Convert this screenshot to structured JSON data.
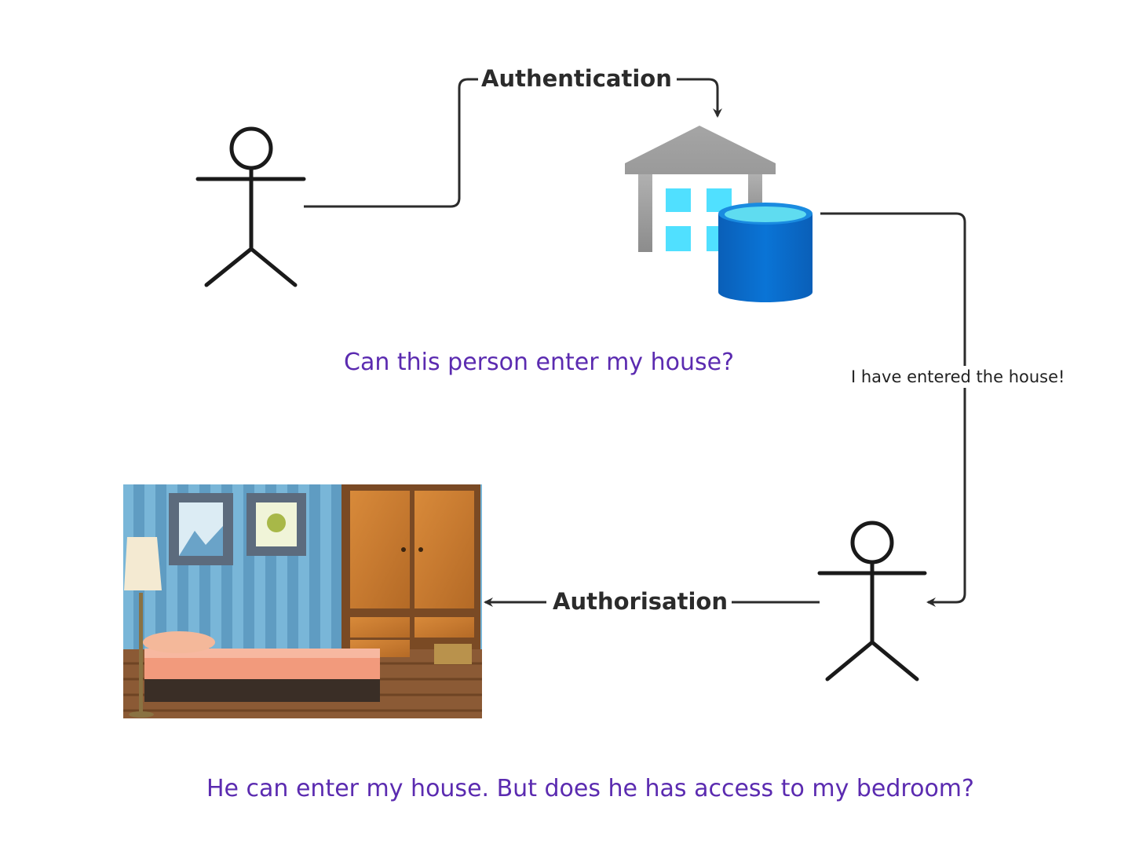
{
  "labels": {
    "authentication": "Authentication",
    "authorisation": "Authorisation",
    "entered_note": "I have entered the house!"
  },
  "captions": {
    "question_one": "Can this person enter my house?",
    "question_two": "He can enter my house. But does he has access to my bedroom?"
  },
  "colors": {
    "line": "#2b2b2b",
    "caption": "#5b2bb0",
    "house_roof": "#a9a9a9",
    "house_window": "#50e0ff",
    "database": "#0a6fd0"
  },
  "icons": [
    "stick-figure-icon",
    "house-icon",
    "database-icon",
    "bedroom-illustration"
  ]
}
